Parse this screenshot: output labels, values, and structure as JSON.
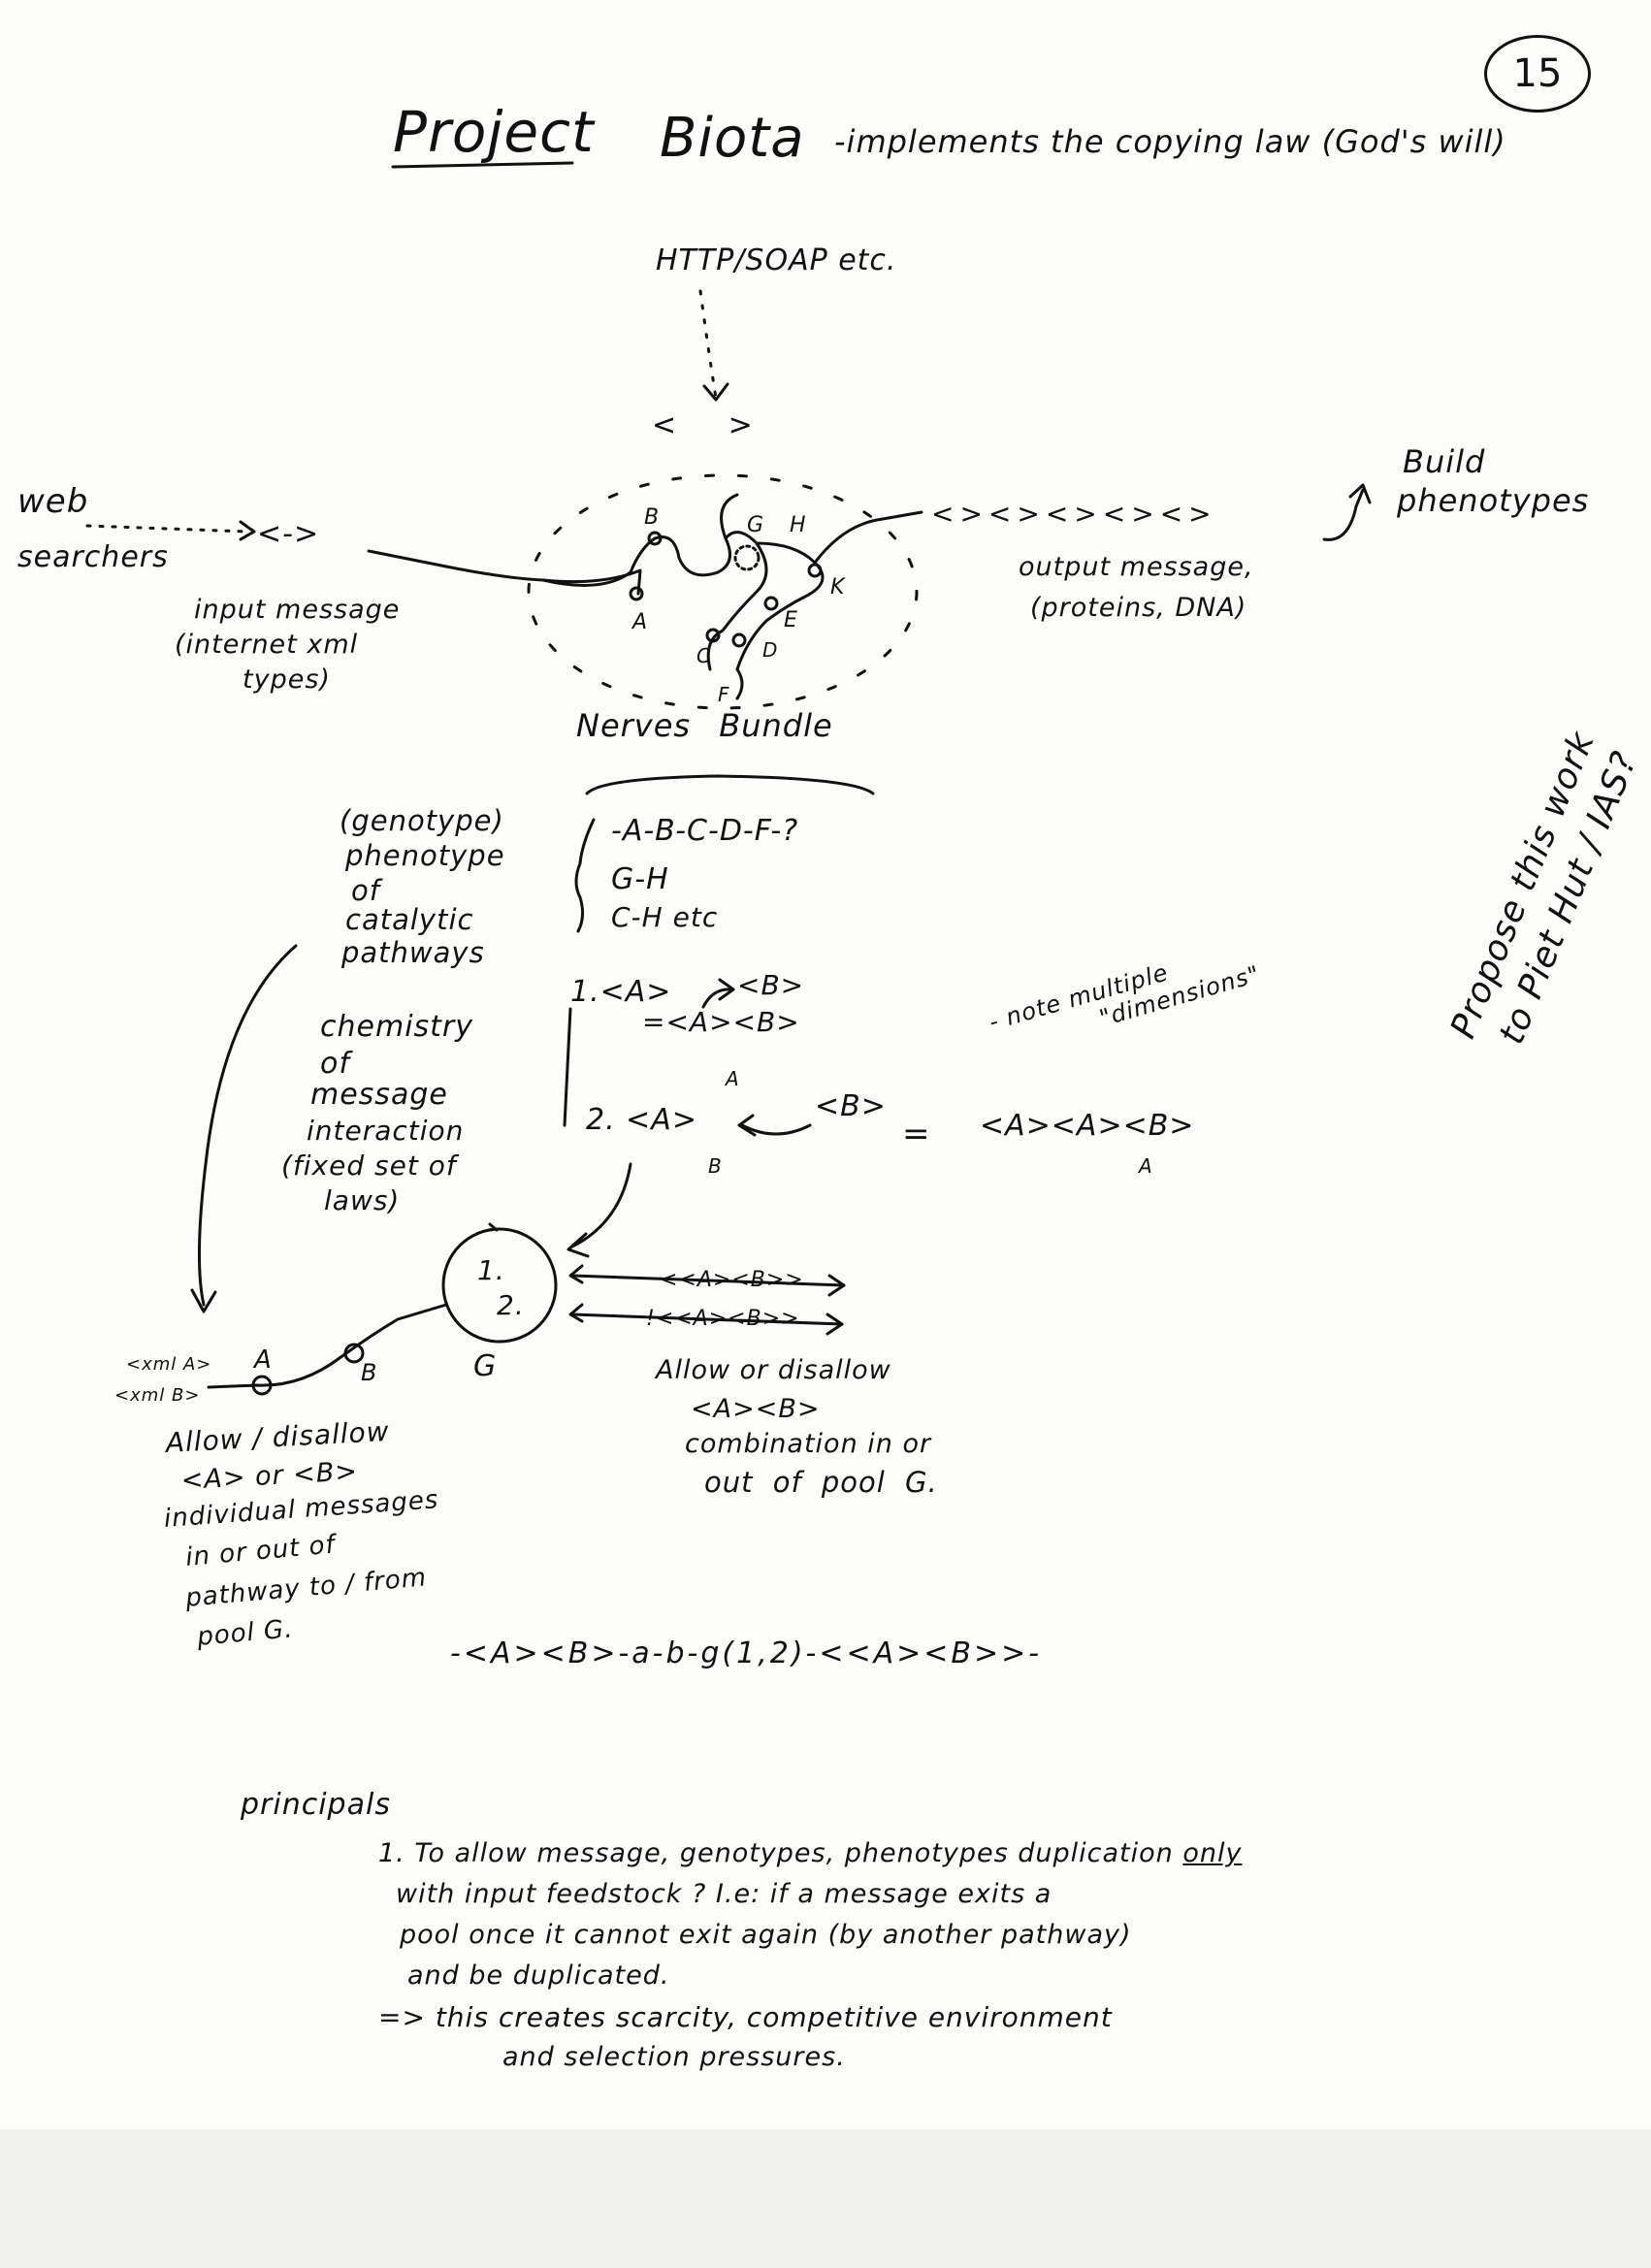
{
  "page_number": "15",
  "title": {
    "project": "Project",
    "name": "Biota",
    "subtitle": "-implements the copying law (God's will)"
  },
  "protocol_label": "HTTP/SOAP etc.",
  "web_searchers": {
    "line1": "web",
    "line2": "searchers"
  },
  "input_message": {
    "line1": "input message",
    "line2": "(internet xml",
    "line3": "types)"
  },
  "input_bracket": "<->",
  "top_brackets": "< >",
  "output_brackets": "<><><><><>",
  "build_phenotypes": {
    "line1": "Build",
    "line2": "phenotypes"
  },
  "output_message": {
    "line1": "output message,",
    "line2": "(proteins, DNA)"
  },
  "nodes": {
    "a": "A",
    "b": "B",
    "c": "C",
    "d": "D",
    "e": "E",
    "f": "F",
    "g": "G",
    "h": "H",
    "k": "K"
  },
  "nerves_bundle": "Nerves Bundle",
  "genotype": {
    "line1": "(genotype)",
    "line2": "phenotype",
    "line3": "of",
    "line4": "catalytic",
    "line5": "pathways"
  },
  "pathways_list": {
    "line1": "-A-B-C-D-F-?",
    "line2": "G-H",
    "line3": "C-H etc"
  },
  "chemistry": {
    "line1": "chemistry",
    "line2": "of",
    "line3": "message",
    "line4": "interaction",
    "line5": "(fixed set of",
    "line6": "laws)"
  },
  "law1": {
    "left": "1.<A>",
    "right": "<B>",
    "result": "=<A><B>"
  },
  "law2": {
    "left": "2. <A>",
    "right": "<B>",
    "equals": "=",
    "result": "<A><A><B>",
    "a_mark": "A",
    "b_mark": "B",
    "a_mark2": "A"
  },
  "note_dimensions": {
    "line1": "- note multiple",
    "line2": "\"dimensions\""
  },
  "side_note": {
    "line1": "Propose this work",
    "line2": "to Piet Hut / IAS?"
  },
  "pool": {
    "one": "1.",
    "two": "2.",
    "label": "G"
  },
  "pool_messages": {
    "line1": "<<A><B>>",
    "line2": "!<<A><B>>"
  },
  "allow_combination": {
    "line1": "Allow or disallow",
    "line2": "<A><B>",
    "line3": "combination in or",
    "line4": "out of pool G."
  },
  "xml_messages": {
    "line1": "<xml A>",
    "line2": "<xml B>"
  },
  "pathway_nodes": {
    "a": "A",
    "b": "B"
  },
  "allow_individual": {
    "line1": "Allow / disallow",
    "line2": "<A> or <B>",
    "line3": "individual messages",
    "line4": "in or out of",
    "line5": "pathway to / from",
    "line6": "pool G."
  },
  "expression": "-<A><B>-a-b-g(1,2)-<<A><B>>-",
  "principals": {
    "heading": "principals",
    "p1_line1": "1. To allow message, genotypes, phenotypes duplication",
    "p1_only": "only",
    "p1_line2": "with input feedstock ? I.e: if a message exits a",
    "p1_line3": "pool once it cannot exit again (by another pathway)",
    "p1_line4": "and be duplicated.",
    "p2_line1": "=> this creates scarcity, competitive environment",
    "p2_line2": "and selection pressures."
  }
}
